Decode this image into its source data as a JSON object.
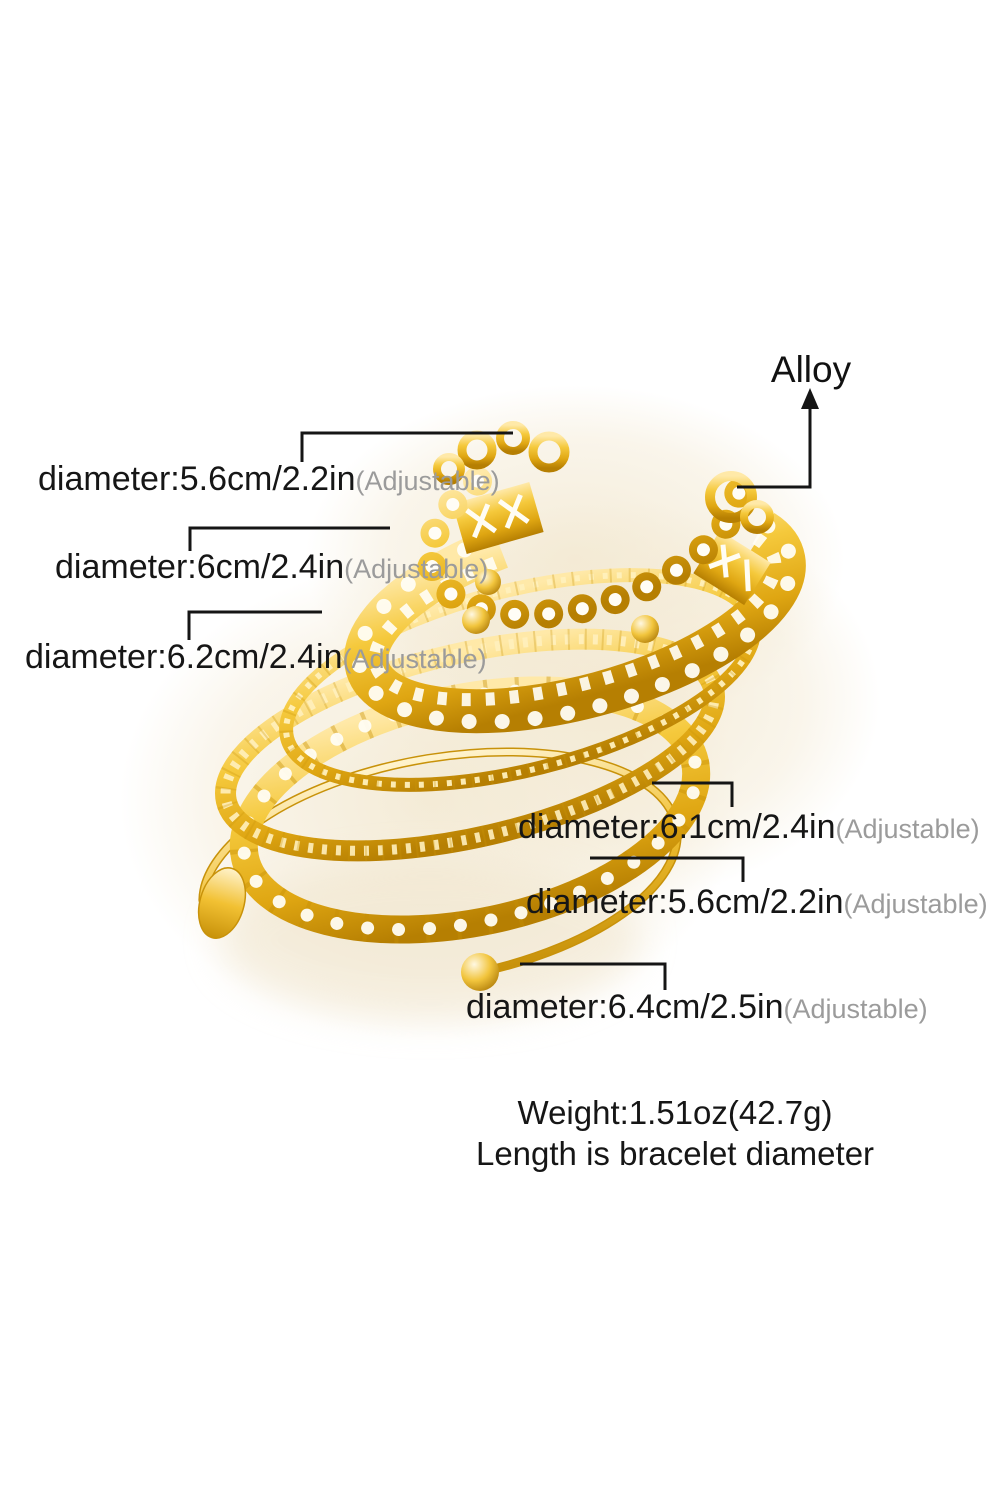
{
  "material": {
    "label": "Alloy"
  },
  "dimension_labels": [
    {
      "text": "diameter:5.6cm/2.2in",
      "suffix": "(Adjustable)"
    },
    {
      "text": "diameter:6cm/2.4in",
      "suffix": "(Adjustable)"
    },
    {
      "text": "diameter:6.2cm/2.4in",
      "suffix": "(Adjustable)"
    },
    {
      "text": "diameter:6.1cm/2.4in",
      "suffix": "(Adjustable)"
    },
    {
      "text": "diameter:5.6cm/2.2in",
      "suffix": "(Adjustable)"
    },
    {
      "text": "diameter:6.4cm/2.5in",
      "suffix": "(Adjustable)"
    }
  ],
  "footer": {
    "weight": "Weight:1.51oz(42.7g)",
    "note": "Length is bracelet diameter"
  },
  "colors": {
    "background": "#ffffff",
    "label_text": "#161616",
    "adjustable_text": "#9b9b9b",
    "leader_line": "#151515",
    "gold_highlight": "#ffe9a8",
    "gold_main": "#f5c93c",
    "gold_deep": "#dfa612",
    "gold_shadow": "#b67f02",
    "soft_shadow": "#f3e9d2"
  }
}
